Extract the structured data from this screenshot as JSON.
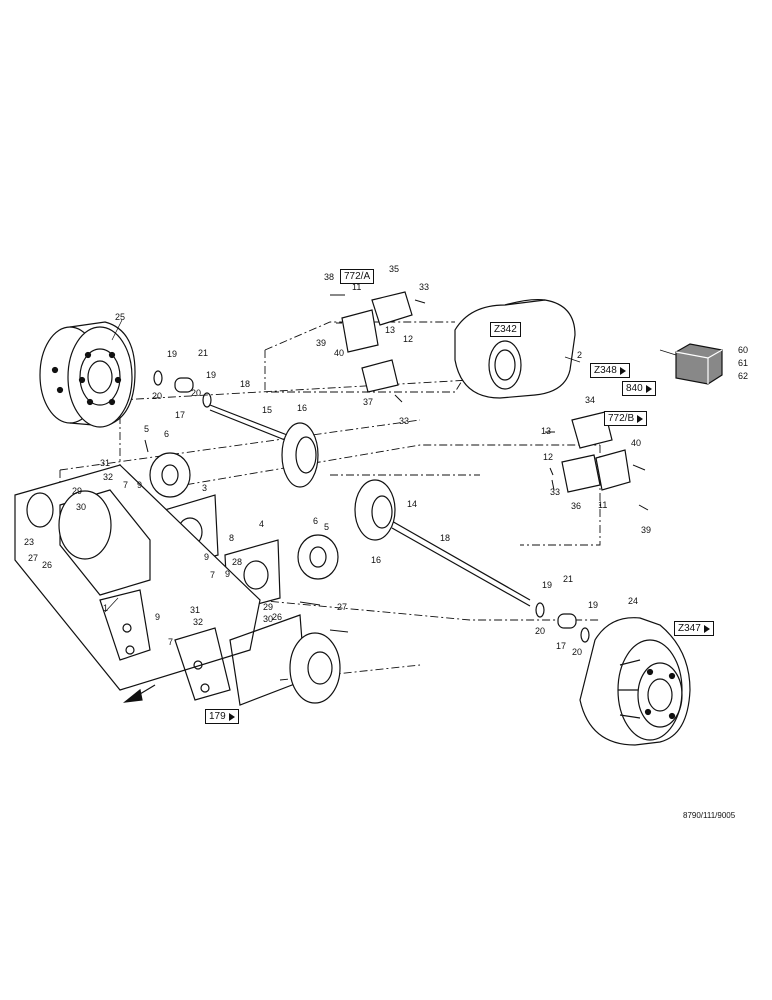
{
  "drawing_id": "8790/111/9005",
  "ref_boxes": [
    {
      "id": "ref-772a",
      "text": "772/A"
    },
    {
      "id": "ref-z342",
      "text": "Z342"
    },
    {
      "id": "ref-z348",
      "text": "Z348"
    },
    {
      "id": "ref-840",
      "text": "840"
    },
    {
      "id": "ref-772b",
      "text": "772/B"
    },
    {
      "id": "ref-z347",
      "text": "Z347"
    },
    {
      "id": "ref-179",
      "text": "179"
    }
  ],
  "callouts": [
    "1",
    "2",
    "3",
    "4",
    "5",
    "6",
    "7",
    "8",
    "9",
    "11",
    "12",
    "13",
    "14",
    "15",
    "16",
    "17",
    "18",
    "19",
    "20",
    "21",
    "23",
    "24",
    "25",
    "26",
    "27",
    "28",
    "29",
    "30",
    "31",
    "32",
    "33",
    "34",
    "35",
    "36",
    "37",
    "38",
    "39",
    "40",
    "60",
    "61",
    "62"
  ]
}
